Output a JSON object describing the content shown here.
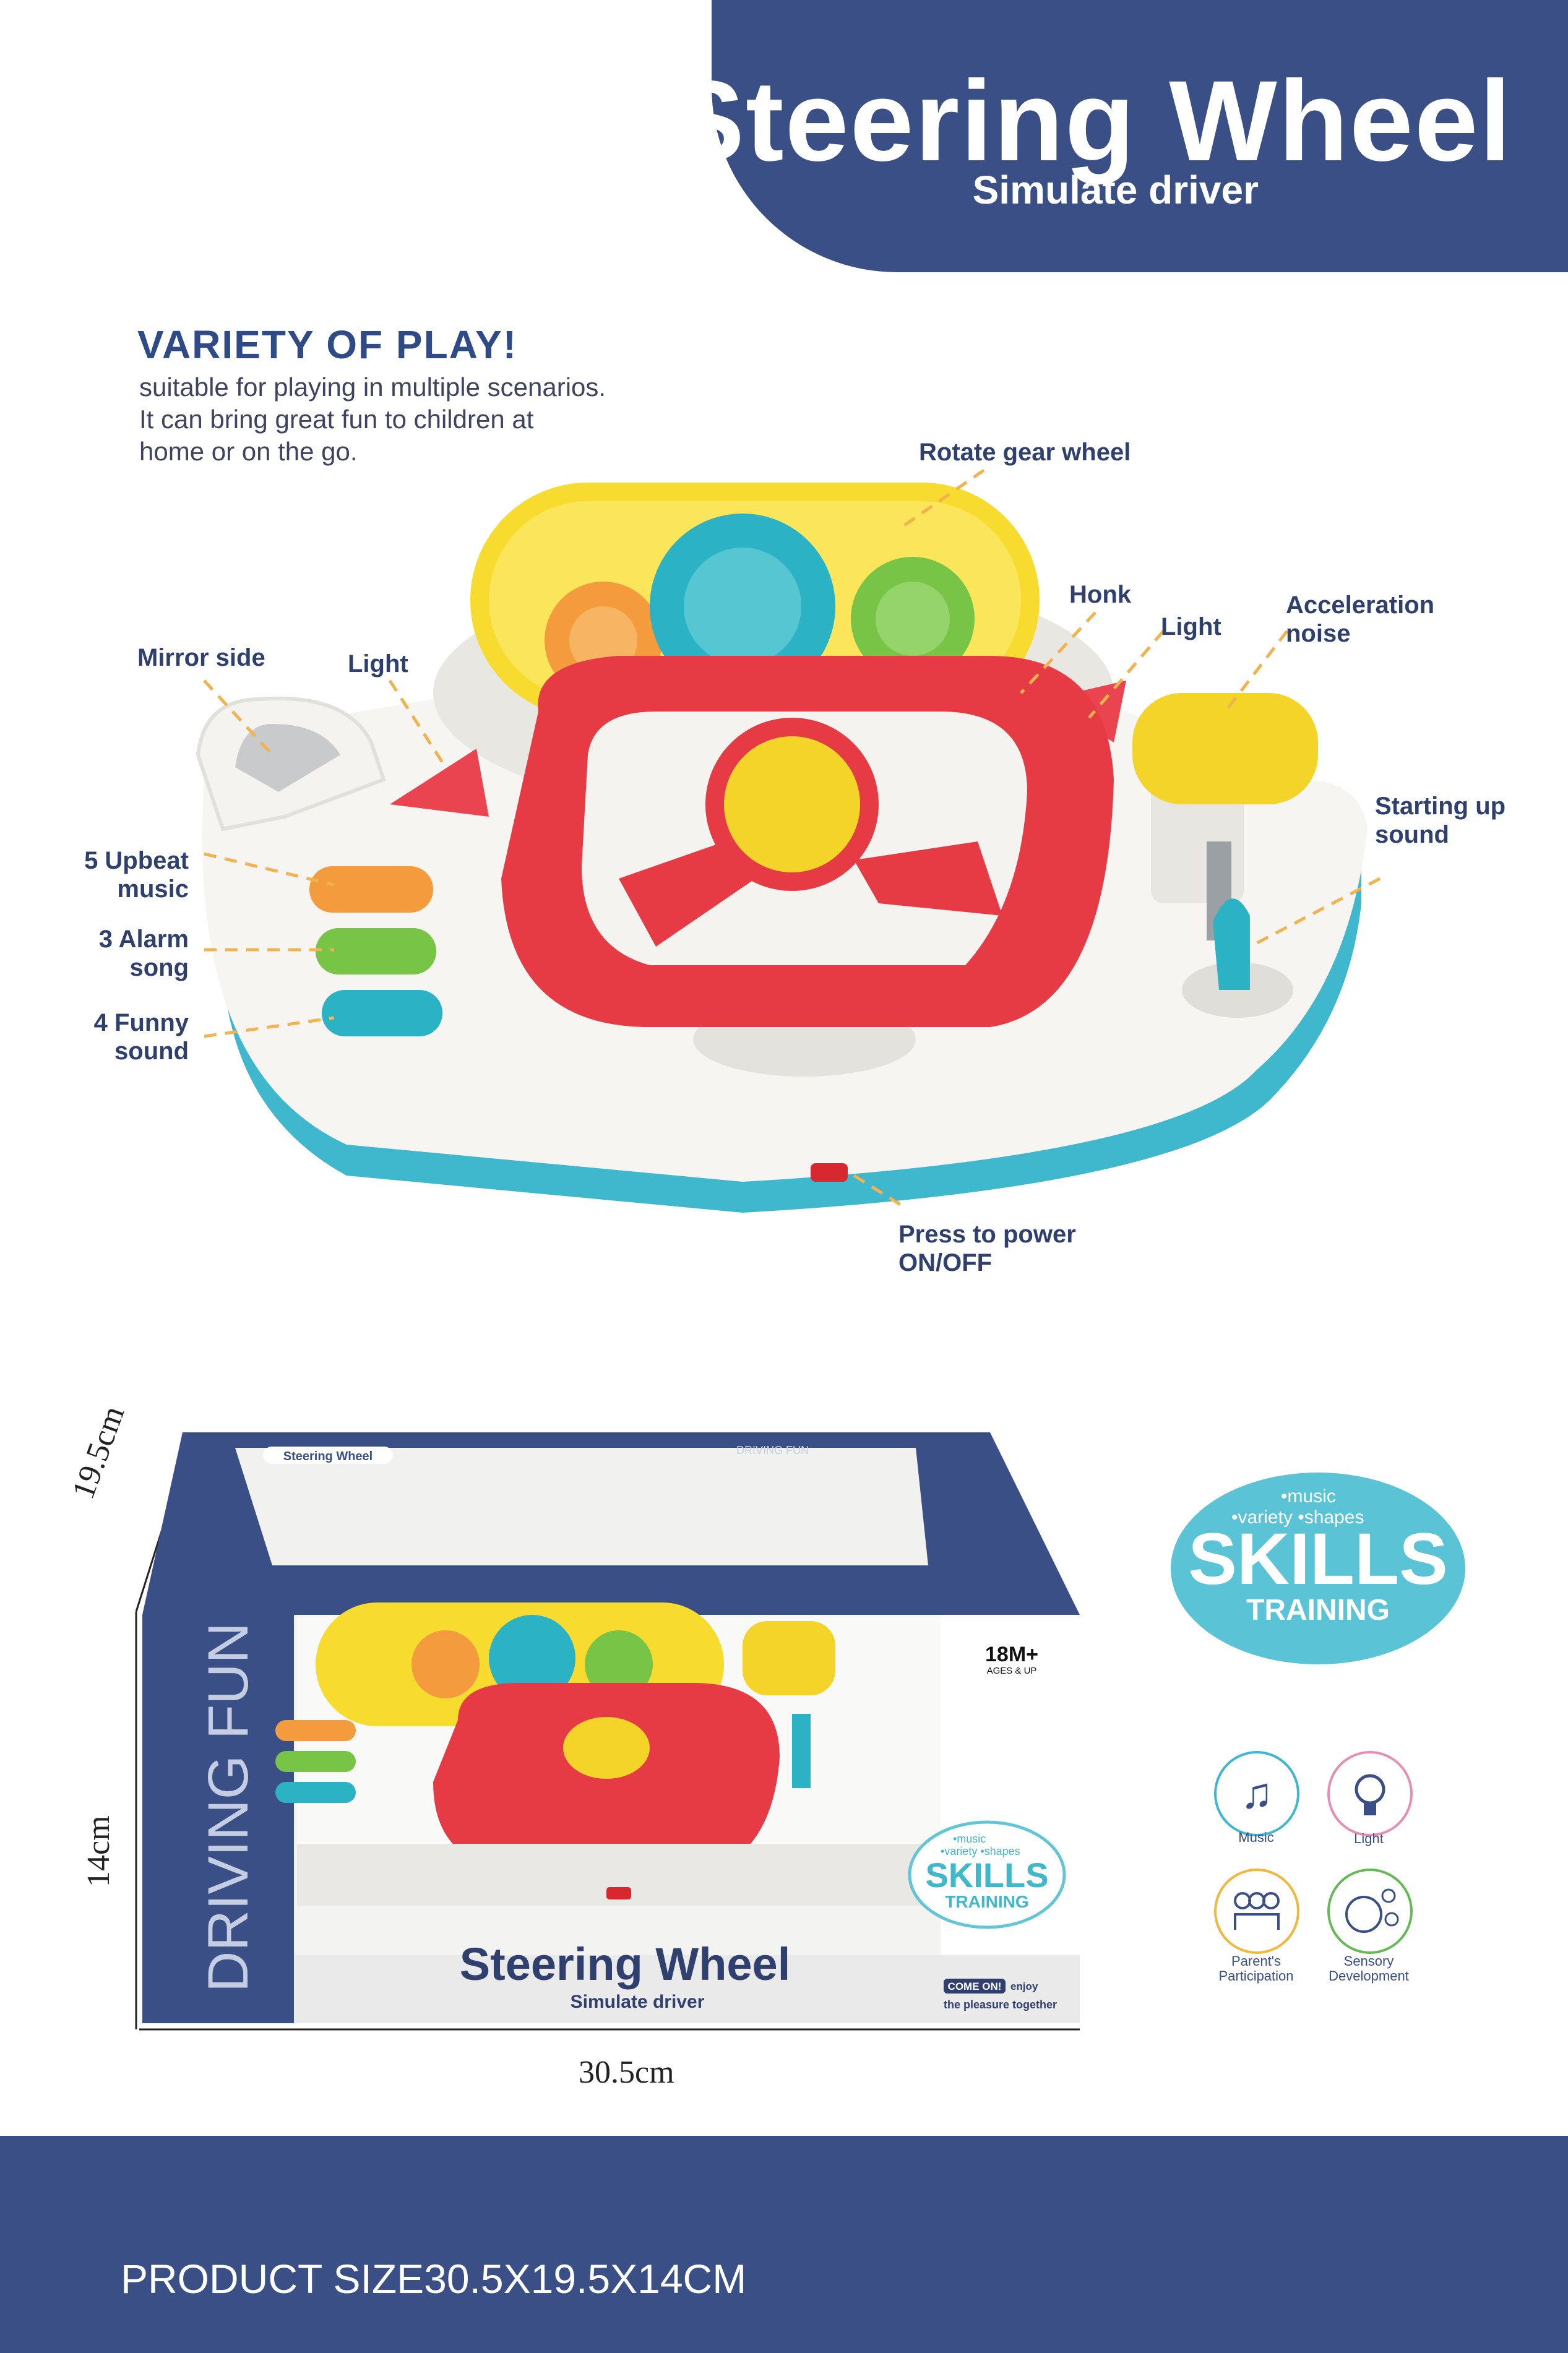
{
  "header": {
    "title": "Steering Wheel",
    "subtitle": "Simulate driver"
  },
  "variety": {
    "heading": "VARIETY OF PLAY!",
    "lines": [
      "suitable for playing in multiple scenarios.",
      "It can bring great fun to children at",
      "home or on the go."
    ]
  },
  "callouts": {
    "rotate_gear": "Rotate gear wheel",
    "honk": "Honk",
    "light_right": "Light",
    "acceleration": [
      "Acceleration",
      "noise"
    ],
    "mirror": "Mirror side",
    "light_left": "Light",
    "starting": [
      "Starting up",
      "sound"
    ],
    "upbeat": [
      "5 Upbeat",
      "music"
    ],
    "alarm": [
      "3 Alarm",
      "song"
    ],
    "funny": [
      "4 Funny",
      "sound"
    ],
    "power": [
      "Press to power",
      "ON/OFF"
    ]
  },
  "box": {
    "top_label": "Steering Wheel",
    "top_right_label": "DRIVING FUN",
    "side_text": "DRIVING FUN",
    "front_title": "Steering Wheel",
    "front_subtitle": "Simulate driver",
    "age": "18M+",
    "age_sub": "AGES & UP",
    "come_on": "COME ON!",
    "come_on_tail": "enjoy",
    "come_on_line2": "the pleasure together",
    "badge_small": {
      "tags": [
        "•music",
        "•variety  •shapes"
      ],
      "title": "SKILLS",
      "sub": "TRAINING"
    }
  },
  "dimensions": {
    "height": "19.5cm",
    "depth": "14cm",
    "width": "30.5cm"
  },
  "skills_badge": {
    "tag1": "•music",
    "tag2": "•variety  •shapes",
    "title": "SKILLS",
    "sub": "TRAINING"
  },
  "features": [
    {
      "label": "Music",
      "icon": "music-notes-icon",
      "color": "#3fb7d3"
    },
    {
      "label": "Light",
      "icon": "light-bulb-icon",
      "color": "#e58fb5"
    },
    {
      "label": "Parent's\nParticipation",
      "icon": "family-icon",
      "color": "#f0b83c"
    },
    {
      "label": "Sensory\nDevelopment",
      "icon": "sensory-face-icon",
      "color": "#67b957"
    }
  ],
  "footer": {
    "text": "PRODUCT SIZE30.5X19.5X14CM"
  },
  "colors": {
    "navy": "#3a4f85",
    "teal": "#3fb7cd",
    "red": "#e83c44",
    "yellow": "#f7dc2f",
    "callout_line": "#f2b24e"
  }
}
